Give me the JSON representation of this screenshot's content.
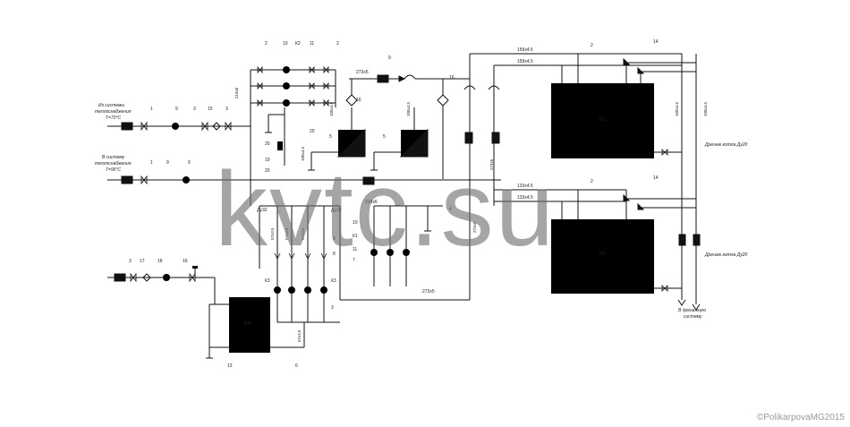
{
  "labels": {
    "from_heat": [
      "Из системы",
      "теплоснабжения",
      "T=70°C"
    ],
    "to_heat": [
      "В систему",
      "теплоснабжения",
      "T=95°C"
    ],
    "drain_1": "Дренаж котла Ду20",
    "drain_2": "Дренаж котла Ду20",
    "to_drain": [
      "В дренажную",
      "систему"
    ],
    "boiler_1": "К1",
    "boiler_2": "К1",
    "tank": "К4"
  },
  "pipes": {
    "p273_a": "273х5",
    "p273_b": "273х5",
    "p273_c": "273х5",
    "p273_d": "273х5",
    "p159_top1": "159х4.5",
    "p159_top2": "159х4.5",
    "p133_a": "133х4.5",
    "p133_b": "133х4.5",
    "p219_a": "219х6",
    "p219_b": "219х6",
    "p108_a": "108х4.5",
    "p108_b": "108х4.5",
    "p108_c": "108х4.5",
    "p57_a": "57х3.5",
    "p57_b": "57х3.5",
    "p57_c": "57х3.5",
    "p57_d": "57х3.5",
    "d32_a": "Ду32",
    "d32_b": "Ду32"
  },
  "callouts": {
    "n1": "1",
    "n2": "2",
    "n3": "3",
    "n4": "4",
    "n5": "5",
    "n6": "6",
    "n7": "7",
    "n8": "8",
    "n9": "9",
    "n10": "10",
    "n11": "11",
    "n13": "13",
    "n14": "14",
    "n15": "15",
    "n16": "16",
    "n17": "17",
    "n18": "18",
    "n19": "19",
    "n20": "20",
    "k1": "К1",
    "k2": "К2",
    "k3": "К3",
    "k3b": "К3"
  },
  "watermark": "kvtc.su",
  "copyright": "©PolikarpovaMG2015"
}
